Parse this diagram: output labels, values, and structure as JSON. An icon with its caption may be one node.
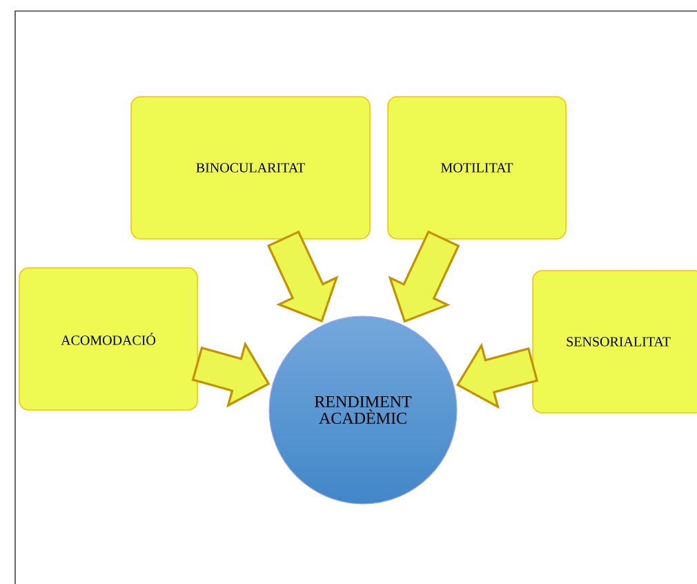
{
  "diagram": {
    "nodes": [
      {
        "text": [
          "BINOCULARITAT"
        ]
      },
      {
        "text": [
          "MOTILITAT"
        ]
      },
      {
        "text": [
          "ACOMODACIÓ"
        ]
      },
      {
        "text": [
          "SENSORIALITAT"
        ]
      },
      {
        "text": [
          "RENDIMENT ACADÈMIC"
        ]
      }
    ],
    "edges": [
      {
        "from": 0,
        "to": 4,
        "arrow": "to"
      },
      {
        "from": 1,
        "to": 4,
        "arrow": "to"
      },
      {
        "from": 2,
        "to": 4,
        "arrow": "to"
      },
      {
        "from": 3,
        "to": 4,
        "arrow": "to"
      }
    ]
  }
}
